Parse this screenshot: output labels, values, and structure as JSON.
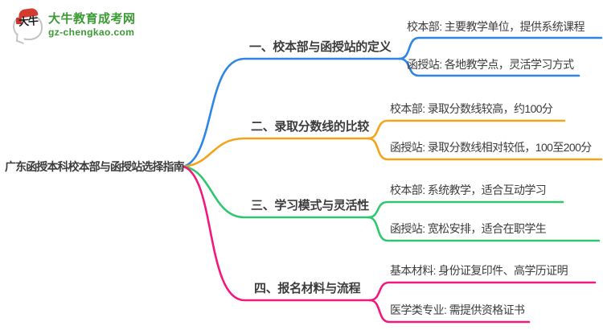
{
  "site": {
    "logo_icon_chars": "大牛",
    "logo_title": "大牛教育成考网",
    "logo_domain": "gz-chengkao.com"
  },
  "mindmap": {
    "root": {
      "label": "广东函授本科校本部与函授站选择指南"
    },
    "branches": [
      {
        "label": "一、校本部与函授站的定义",
        "color": "#2e86e4",
        "children": [
          {
            "label": "校本部: 主要教学单位，提供系统课程"
          },
          {
            "label": "函授站: 各地教学点，灵活学习方式"
          }
        ]
      },
      {
        "label": "二、录取分数线的比较",
        "color": "#f2a51b",
        "children": [
          {
            "label": "校本部: 录取分数线较高，约100分"
          },
          {
            "label": "函授站: 录取分数线相对较低，100至200分"
          }
        ]
      },
      {
        "label": "三、学习模式与灵活性",
        "color": "#2ec66e",
        "children": [
          {
            "label": "校本部: 系统教学，适合互动学习"
          },
          {
            "label": "函授站: 宽松安排，适合在职学生"
          }
        ]
      },
      {
        "label": "四、报名材料与流程",
        "color": "#f2187e",
        "children": [
          {
            "label": "基本材料: 身份证复印件、高学历证明"
          },
          {
            "label": "医学类专业: 需提供资格证书"
          }
        ]
      }
    ],
    "text_color": "#3c3c3c"
  }
}
